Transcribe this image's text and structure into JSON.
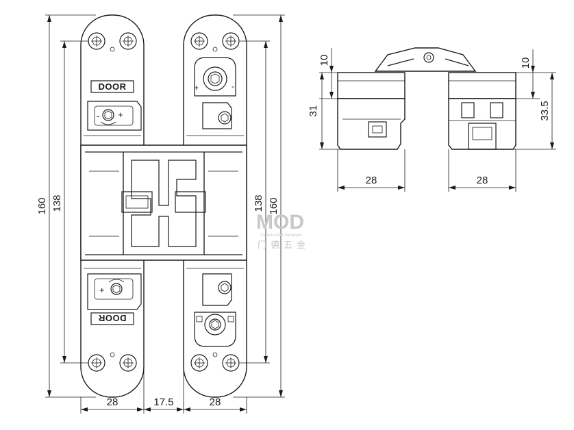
{
  "labels": {
    "door_top": "DOOR",
    "door_bottom": "DOOR",
    "plus": "+",
    "minus": "-"
  },
  "front_view": {
    "dim_height_outer": "160",
    "dim_height_inner": "138",
    "dim_height_inner_right": "138",
    "dim_height_outer_right": "160",
    "dim_width_left": "28",
    "dim_gap": "17.5",
    "dim_width_right": "28"
  },
  "side_view": {
    "dim_top_left": "10",
    "dim_left_height": "31",
    "dim_top_right": "10",
    "dim_right_height": "33.5",
    "dim_width_left": "28",
    "dim_width_right": "28"
  },
  "watermark": {
    "brand": "MOD",
    "tagline": "Construction hardware",
    "chinese": "门德五金"
  },
  "colors": {
    "line": "#1a1a1a",
    "watermark": "#c8c8c8",
    "background": "#ffffff"
  }
}
